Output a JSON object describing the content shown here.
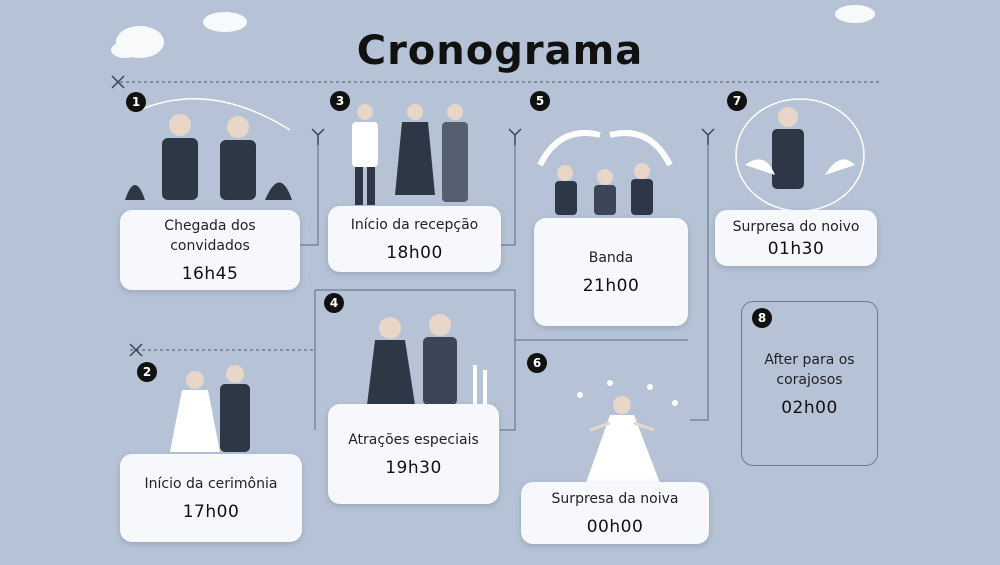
{
  "title": "Cronograma",
  "colors": {
    "background": "#b6c3d6",
    "card": "#f6f8fb",
    "badge": "#111111",
    "line": "#6d7c92"
  },
  "events": [
    {
      "n": "1",
      "label": "Chegada dos convidados",
      "time": "16h45"
    },
    {
      "n": "2",
      "label": "Início da cerimônia",
      "time": "17h00"
    },
    {
      "n": "3",
      "label": "Início da recepção",
      "time": "18h00"
    },
    {
      "n": "4",
      "label": "Atrações especiais",
      "time": "19h30"
    },
    {
      "n": "5",
      "label": "Banda",
      "time": "21h00"
    },
    {
      "n": "6",
      "label": "Surpresa da noiva",
      "time": "00h00"
    },
    {
      "n": "7",
      "label": "Surpresa do noivo",
      "time": "01h30"
    },
    {
      "n": "8",
      "label": "After para os corajosos",
      "time": "02h00"
    }
  ]
}
